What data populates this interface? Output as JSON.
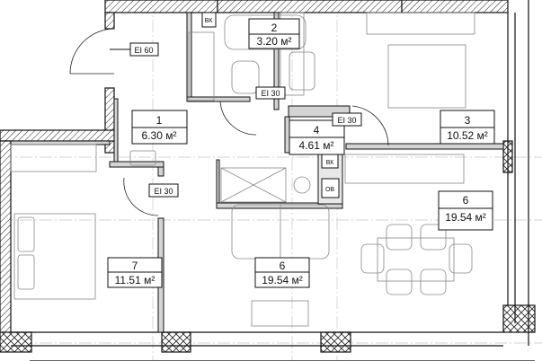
{
  "rooms": [
    {
      "number": "1",
      "area": "6.30 м²"
    },
    {
      "number": "2",
      "area": "3.20 м²"
    },
    {
      "number": "3",
      "area": "10.52 м²"
    },
    {
      "number": "4",
      "area": "4.61 м²"
    },
    {
      "number": "6",
      "area": "19.54 м²"
    },
    {
      "number": "6",
      "area": "19.54 м²"
    },
    {
      "number": "7",
      "area": "11.51 м²"
    }
  ],
  "fire_ratings": {
    "entry": "EI 60",
    "bathroom": "EI 30",
    "hall": "EI 30",
    "bedroom": "EI 30"
  },
  "shafts": {
    "vk_top": "ВК",
    "vk_kitchen": "ВК",
    "ov": "ОВ"
  },
  "colors": {
    "wall": "#111111",
    "partition": "#cfcfcf",
    "furniture": "#888888",
    "axis": "#bbbbbb"
  }
}
